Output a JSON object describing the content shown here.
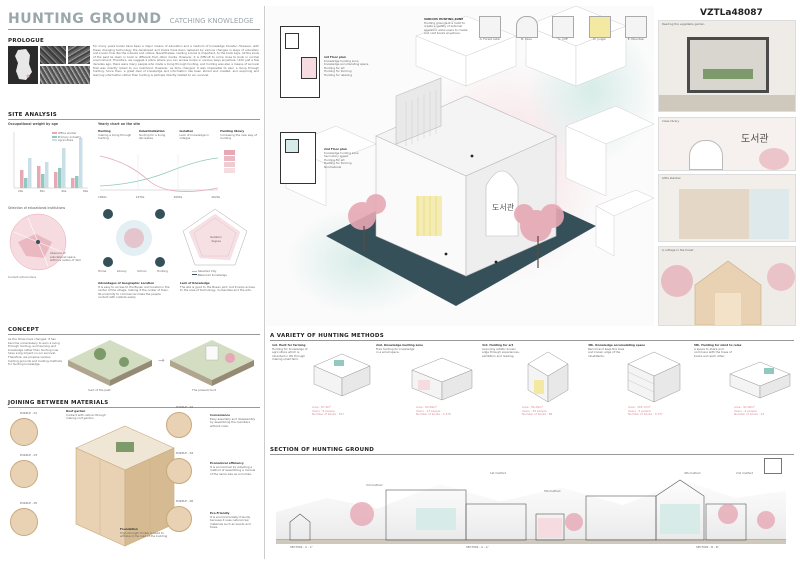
{
  "header": {
    "title": "HUNTING GROUND",
    "subtitle": "CATCHING KNOWLEDGE",
    "code": "VZTLa48087"
  },
  "colors": {
    "accent_pink": "#e6a8b4",
    "accent_teal": "#8fc9c0",
    "accent_yellow": "#e8d85a",
    "dark_teal": "#36505a"
  },
  "prologue": {
    "title": "PROLOGUE",
    "body": "For many years books have been a major means of education and a medium of knowledge transfer. However, with these changing technology the developed and books have been replaced by various changes in ways of education and known how like the e-books and videos. Nevertheless, reading a book is important, to the book says. All the souls of the past lie down in book is different from other media. However, it is difficult to come close to book in normal environment. Therefore, we suggest a place where you can access books in various ways anywhere. Until just a few decades ago, there were many people who made a living through hunting, and hunting was also a means of survival that was directly linked to our livelihood. However, as time changed, it was impossible to earn a living through hunting. Since then, a great deal of knowledge and information has been stored and created, and acquiring and learning information rather than hunting is perhaps directly related to our survival."
  },
  "site_analysis": {
    "title": "SITE ANALYSIS",
    "occupation_title": "Occupational weight by age",
    "legend": [
      "Office worker",
      "Primary industry",
      "Agriculture"
    ],
    "age_labels": [
      "20s",
      "30s",
      "40s",
      "60s"
    ],
    "timeline_title": "Yearly chart on the site",
    "timeline_years": [
      "1950s",
      "1970s",
      "2000s",
      "2020s"
    ],
    "stages": [
      {
        "name": "Hunting",
        "desc": "making a living through hunting"
      },
      {
        "name": "Industrialization",
        "desc": "hunting for a living decreases"
      },
      {
        "name": "Isolation",
        "desc": "Lack of knowledge in villages"
      },
      {
        "name": "Hunting library",
        "desc": "Increasing the new way of hunting"
      }
    ],
    "edu_title": "Selection of educational institutions",
    "edu_note": "Absence of educational space within a radius of 3km",
    "site_zone": "Current school zone",
    "bubbles": [
      "Home",
      "Library",
      "School",
      "Hunting"
    ],
    "pent_center": "Isolation degree",
    "pent_legend": [
      "Selected City",
      "Balanced knowledge"
    ],
    "adv_title": "Advantages of Geographic Location",
    "adv_body": "It is easy to access to the Busan and located in the center of the village, making it the center of town. Its proximity to commercial make the people contact with outside easily.",
    "lack_title": "Lack of Knowledge",
    "lack_body": "The site is good to the Busan port, but it lacks access to the area of technology, humanities and the arts."
  },
  "concept": {
    "title": "CONCEPT",
    "body": "As the times have changed, it has become unnecessary to earn a living through hunting, and learning and knowledge rather than hunting now have a big impact on our survival. Therefore, we propose various hunting grounds and hunting methods for hunting knowledge.",
    "past": "hunt of the past",
    "present": "The present hunt"
  },
  "joining": {
    "title": "JOINING BETWEEN MATERIALS",
    "puzzles": [
      "PUZZLE - 01",
      "PUZZLE - 02",
      "PUZZLE - 03",
      "PUZZLE - 04",
      "PUZZLE - 05",
      "PUZZLE - 06"
    ],
    "features": [
      {
        "name": "Roof garden",
        "desc": "Contact with nature through making roof garden"
      },
      {
        "name": "Convenience",
        "desc": "Easy assembly and disassembly by assembling the members without nails."
      },
      {
        "name": "Economical efficiency",
        "desc": "It is economical by adopting a method of assembling a module of the same size as a module."
      },
      {
        "name": "Foundation",
        "desc": "High-strength timber is used to withstand the load of the building"
      },
      {
        "name": "Eco-Friendly",
        "desc": "It is environmentally friendly because it uses natural raw materials such as woods and trees."
      }
    ]
  },
  "main": {
    "zone_title": "VARIOUS HUNTING ZONE",
    "zone_body": "Hunting grounds is a motif to create a variety of external spaces to allow users to create and visit books anywhere.",
    "zone_labels": [
      "A. Forest cabin",
      "B. Cave",
      "C. Cliff",
      "D. Jungle",
      "E. Mountain"
    ],
    "floor1": "1st Floor plan",
    "floor1_items": [
      "Knowledge hunting zone",
      "Knowledge accumulating space",
      "Hunting for art",
      "Hunting for forming",
      "Hunting for relaxing"
    ],
    "floor2": "2nd Floor plan",
    "floor2_items": [
      "Knowledge hunting zone",
      "Secondary space",
      "Hunting for art",
      "Hunting for forming",
      "Nonmaterial"
    ],
    "sign": "도서관"
  },
  "views": {
    "v1": "Reading the vegetable garden",
    "v2": "Class library",
    "v3": "Little stairbar",
    "v4": "A cottage in the forest",
    "sign": "도서관"
  },
  "methods": {
    "title": "A VARIETY OF HUNTING METHODS",
    "items": [
      {
        "name": "1st. Hunt for farming",
        "desc": "Hunting for knowledge of agriculture which is inherited in life through making small farm.",
        "area": "Area : 87.6m²",
        "users": "Users : 8 people",
        "books": "Number of books : 527"
      },
      {
        "name": "2nd. Knowledge hunting zone",
        "desc": "Free hunting for knowledge in a small space.",
        "area": "Area : 94.69m²",
        "users": "Users : 13 people",
        "books": "Number of books : 1,376"
      },
      {
        "name": "3rd. Hunting for art",
        "desc": "Acquiring artistic known edge through experiences, exhibition and reading.",
        "area": "Area : 86.09m²",
        "users": "Users : 20 people",
        "books": "Number of books : 86"
      },
      {
        "name": "4th. Knowledge accumulating space",
        "desc": "Record and keep the lives and known edge of the inhabitants.",
        "area": "Area : 185.72m²",
        "users": "Users : 5 people",
        "books": "Number of books : 3,737"
      },
      {
        "name": "5th. Hunting for mind to relax",
        "desc": "A space to share and commune with the trees of books and each other.",
        "area": "Area : 92.06m²",
        "users": "Users : 6 people",
        "books": "Number of books : 41"
      }
    ]
  },
  "section": {
    "title": "SECTION OF HUNTING GROUND",
    "labels": [
      "3rd method",
      "1st method",
      "5th method",
      "4th method",
      "2nd method"
    ],
    "cuts": [
      "SECTION - C - C'",
      "SECTION - A - A'",
      "SECTION - B - B'"
    ]
  }
}
